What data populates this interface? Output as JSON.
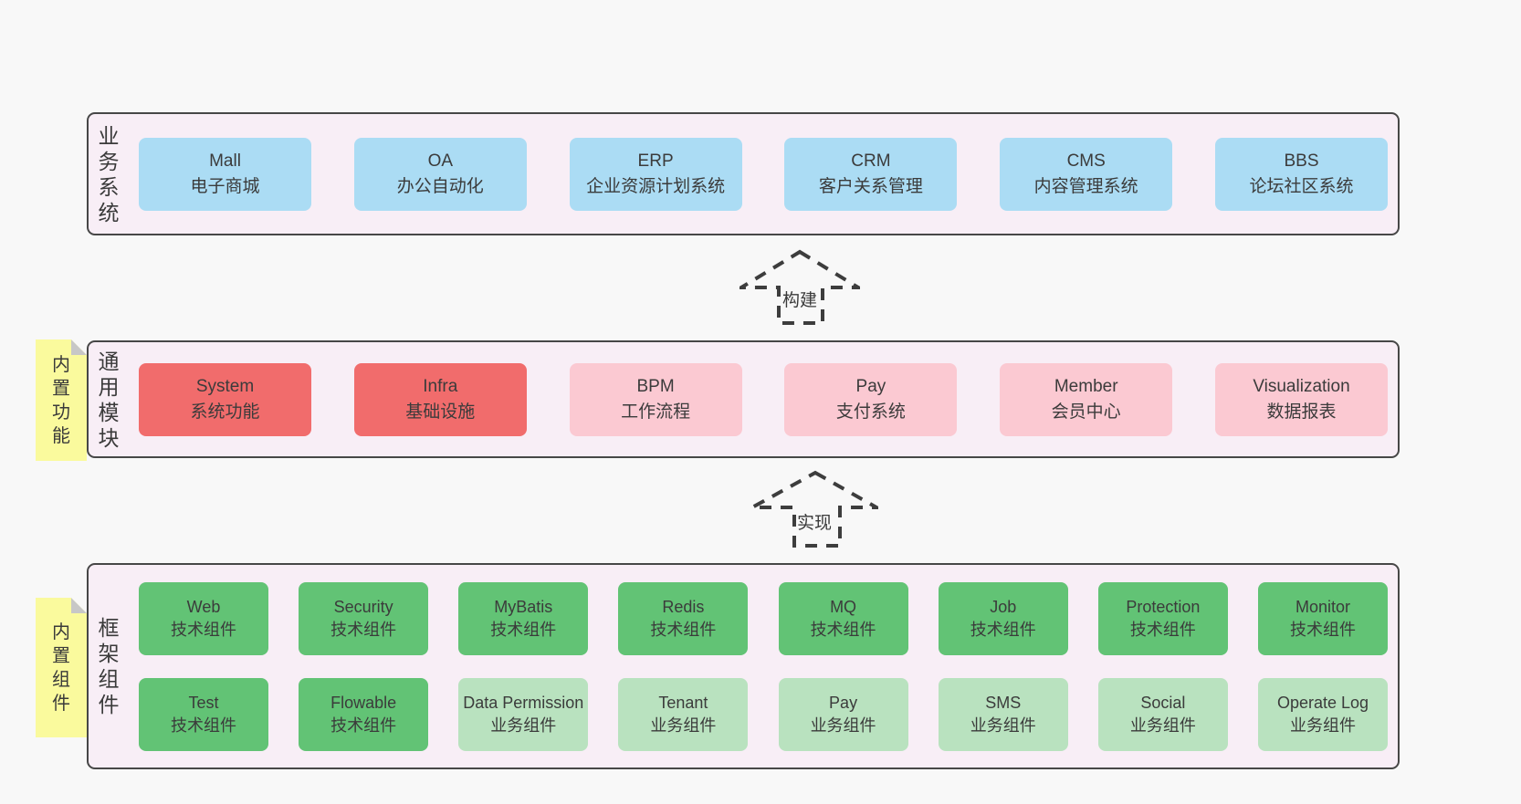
{
  "colors": {
    "page_bg": "#f8f8f8",
    "panel_bg": "#f8eef6",
    "panel_border": "#474747",
    "blue": "#abdcf4",
    "red": "#f16c6c",
    "pink": "#fbc9d2",
    "green_dark": "#62c375",
    "green_light": "#b9e2bf",
    "sticky_yellow": "#fafa9d",
    "sticky_fold": "#c7c7c7",
    "text": "#3b3b3b"
  },
  "arrows": [
    {
      "label": "构建"
    },
    {
      "label": "实现"
    }
  ],
  "sections": [
    {
      "label": "业务系统",
      "boxes": [
        {
          "title": "Mall",
          "subtitle": "电子商城",
          "variant": "blue"
        },
        {
          "title": "OA",
          "subtitle": "办公自动化",
          "variant": "blue"
        },
        {
          "title": "ERP",
          "subtitle": "企业资源计划系统",
          "variant": "blue"
        },
        {
          "title": "CRM",
          "subtitle": "客户关系管理",
          "variant": "blue"
        },
        {
          "title": "CMS",
          "subtitle": "内容管理系统",
          "variant": "blue"
        },
        {
          "title": "BBS",
          "subtitle": "论坛社区系统",
          "variant": "blue"
        }
      ]
    },
    {
      "label": "通用模块",
      "sticky": "内置功能",
      "boxes": [
        {
          "title": "System",
          "subtitle": "系统功能",
          "variant": "red"
        },
        {
          "title": "Infra",
          "subtitle": "基础设施",
          "variant": "red"
        },
        {
          "title": "BPM",
          "subtitle": "工作流程",
          "variant": "pink"
        },
        {
          "title": "Pay",
          "subtitle": "支付系统",
          "variant": "pink"
        },
        {
          "title": "Member",
          "subtitle": "会员中心",
          "variant": "pink"
        },
        {
          "title": "Visualization",
          "subtitle": "数据报表",
          "variant": "pink"
        }
      ]
    },
    {
      "label": "框架组件",
      "sticky": "内置组件",
      "rows": [
        [
          {
            "title": "Web",
            "subtitle": "技术组件",
            "variant": "green_dark"
          },
          {
            "title": "Security",
            "subtitle": "技术组件",
            "variant": "green_dark"
          },
          {
            "title": "MyBatis",
            "subtitle": "技术组件",
            "variant": "green_dark"
          },
          {
            "title": "Redis",
            "subtitle": "技术组件",
            "variant": "green_dark"
          },
          {
            "title": "MQ",
            "subtitle": "技术组件",
            "variant": "green_dark"
          },
          {
            "title": "Job",
            "subtitle": "技术组件",
            "variant": "green_dark"
          },
          {
            "title": "Protection",
            "subtitle": "技术组件",
            "variant": "green_dark"
          },
          {
            "title": "Monitor",
            "subtitle": "技术组件",
            "variant": "green_dark"
          }
        ],
        [
          {
            "title": "Test",
            "subtitle": "技术组件",
            "variant": "green_dark"
          },
          {
            "title": "Flowable",
            "subtitle": "技术组件",
            "variant": "green_dark"
          },
          {
            "title": "Data Permission",
            "subtitle": "业务组件",
            "variant": "green_light"
          },
          {
            "title": "Tenant",
            "subtitle": "业务组件",
            "variant": "green_light"
          },
          {
            "title": "Pay",
            "subtitle": "业务组件",
            "variant": "green_light"
          },
          {
            "title": "SMS",
            "subtitle": "业务组件",
            "variant": "green_light"
          },
          {
            "title": "Social",
            "subtitle": "业务组件",
            "variant": "green_light"
          },
          {
            "title": "Operate Log",
            "subtitle": "业务组件",
            "variant": "green_light"
          }
        ]
      ]
    }
  ]
}
